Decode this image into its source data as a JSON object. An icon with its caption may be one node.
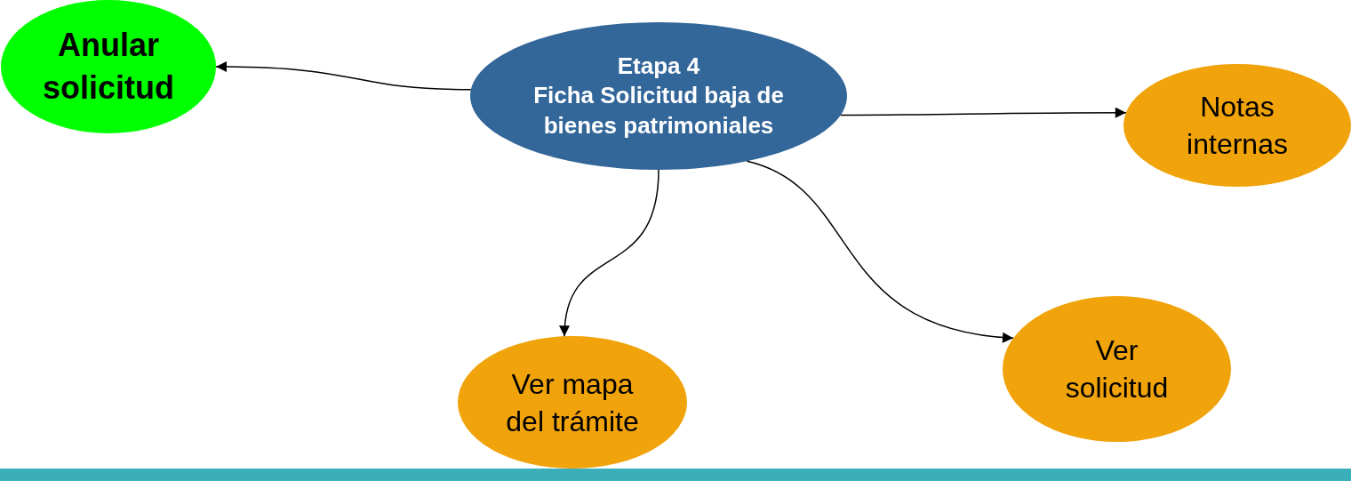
{
  "diagram": {
    "nodes": [
      {
        "text": [
          "Etapa 4",
          "Ficha Solicitud baja de bienes patrimoniales"
        ]
      },
      {
        "text": [
          "Anular solicitud"
        ]
      },
      {
        "text": [
          "Notas internas"
        ]
      },
      {
        "text": [
          "Ver mapa del trámite"
        ]
      },
      {
        "text": [
          "Ver solicitud"
        ]
      }
    ],
    "edges": [
      {
        "from": 0,
        "to": 1,
        "arrow": "to"
      },
      {
        "from": 0,
        "to": 2,
        "arrow": "to"
      },
      {
        "from": 0,
        "to": 3,
        "arrow": "to"
      },
      {
        "from": 0,
        "to": 4,
        "arrow": "to"
      }
    ]
  }
}
